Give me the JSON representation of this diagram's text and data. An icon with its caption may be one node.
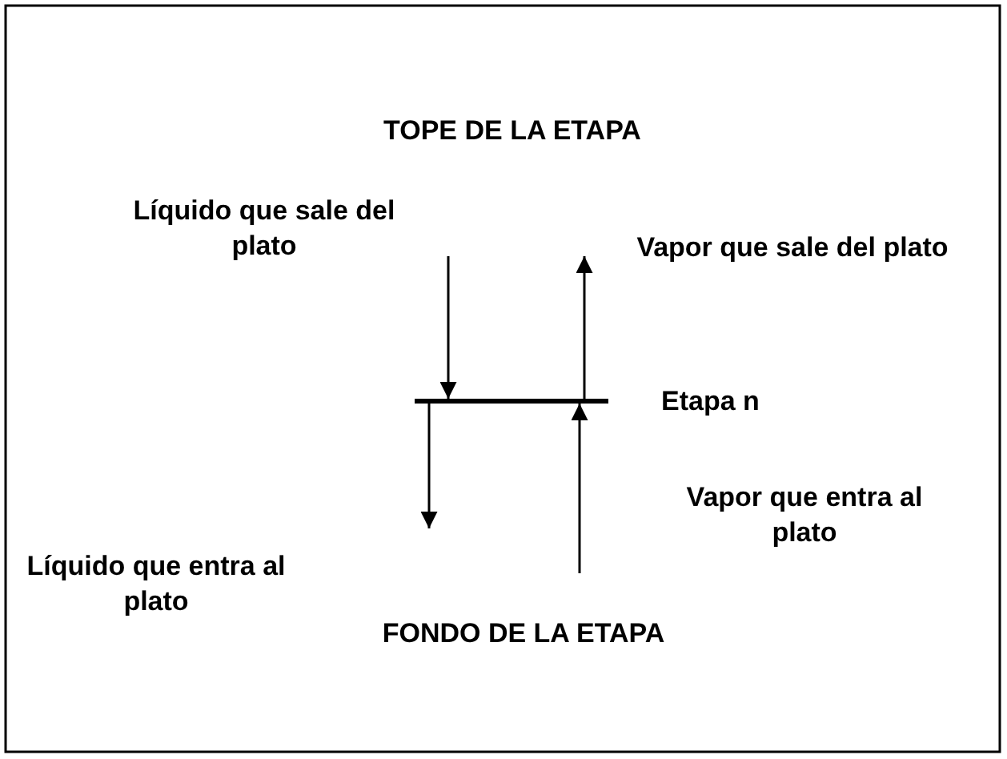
{
  "diagram": {
    "nodes": [
      {
        "text": [
          "TOPE DE LA ETAPA"
        ]
      },
      {
        "text": [],
        "shape": "bar",
        "beside": [
          "Etapa n"
        ]
      },
      {
        "text": [
          "FONDO DE LA ETAPA"
        ]
      }
    ],
    "edges": [
      {
        "from": null,
        "to": 1,
        "arrow": "to"
      },
      {
        "from": 1,
        "to": null,
        "arrow": "to"
      },
      {
        "from": 1,
        "to": null,
        "arrow": "to"
      },
      {
        "from": null,
        "to": 1,
        "arrow": "to"
      }
    ],
    "labels": [
      "Líquido que sale del plato",
      "Vapor que sale del plato",
      "Vapor que entra al plato",
      "Líquido que entra al plato"
    ]
  }
}
